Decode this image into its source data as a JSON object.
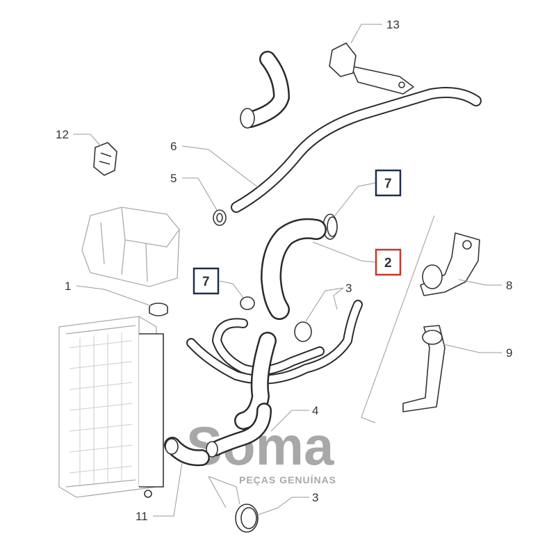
{
  "diagram": {
    "callouts": {
      "c13": "13",
      "c12": "12",
      "c6": "6",
      "c5": "5",
      "c7a": "7",
      "c2": "2",
      "c7b": "7",
      "c1": "1",
      "c3a": "3",
      "c8": "8",
      "c9": "9",
      "c4": "4",
      "c3b": "3",
      "c11": "11"
    },
    "highlight_colors": {
      "part_7_box": "#1f2d4d",
      "part_2_box": "#c0392b"
    },
    "watermark": {
      "brand": "Soma",
      "tagline": "PEÇAS GENUÍNAS"
    }
  }
}
